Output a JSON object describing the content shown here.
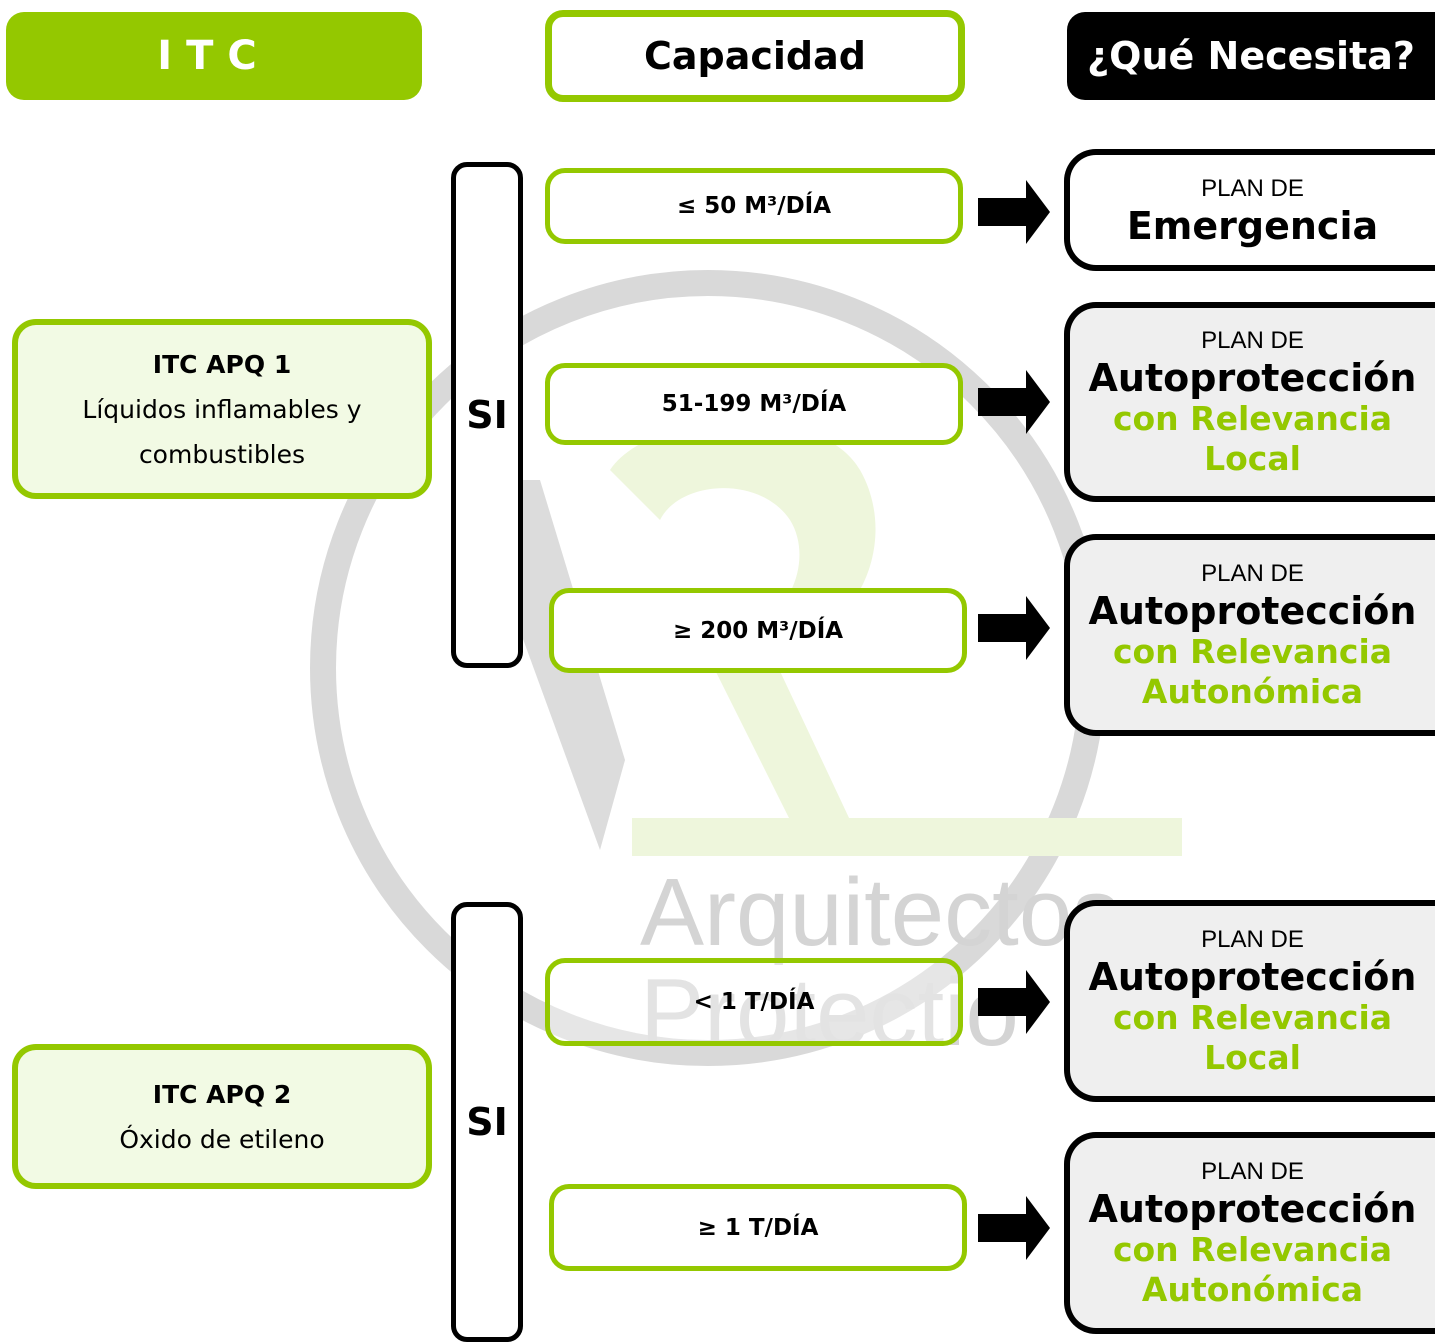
{
  "headers": {
    "itc": "ITC",
    "capacidad": "Capacidad",
    "necesita": "¿Qué Necesita?"
  },
  "watermark": {
    "line1": "Arquitectos",
    "line2": "Protectio"
  },
  "groups": [
    {
      "itc_title": "ITC APQ 1",
      "itc_desc_1": "Líquidos inflamables y",
      "itc_desc_2": "combustibles",
      "condition": "SI",
      "rows": [
        {
          "capacity": "≤ 50 M³/DÍA",
          "plan_prefix": "PLAN DE",
          "plan_main": "Emergencia",
          "plan_sub1": "",
          "plan_sub2": ""
        },
        {
          "capacity": "51-199 M³/DÍA",
          "plan_prefix": "PLAN DE",
          "plan_main": "Autoprotección",
          "plan_sub1": "con Relevancia",
          "plan_sub2": "Local"
        },
        {
          "capacity": "≥ 200 M³/DÍA",
          "plan_prefix": "PLAN DE",
          "plan_main": "Autoprotección",
          "plan_sub1": "con Relevancia",
          "plan_sub2": "Autonómica"
        }
      ]
    },
    {
      "itc_title": "ITC APQ 2",
      "itc_desc_1": "Óxido de etileno",
      "condition": "SI",
      "rows": [
        {
          "capacity": "< 1 T/DÍA",
          "plan_prefix": "PLAN DE",
          "plan_main": "Autoprotección",
          "plan_sub1": "con Relevancia",
          "plan_sub2": "Local"
        },
        {
          "capacity": "≥ 1 T/DÍA",
          "plan_prefix": "PLAN DE",
          "plan_main": "Autoprotección",
          "plan_sub1": "con Relevancia",
          "plan_sub2": "Autonómica"
        }
      ]
    }
  ],
  "colors": {
    "accent_green": "#94c800",
    "box_fill_green": "#f2fae4",
    "result_grey": "#efefef"
  }
}
